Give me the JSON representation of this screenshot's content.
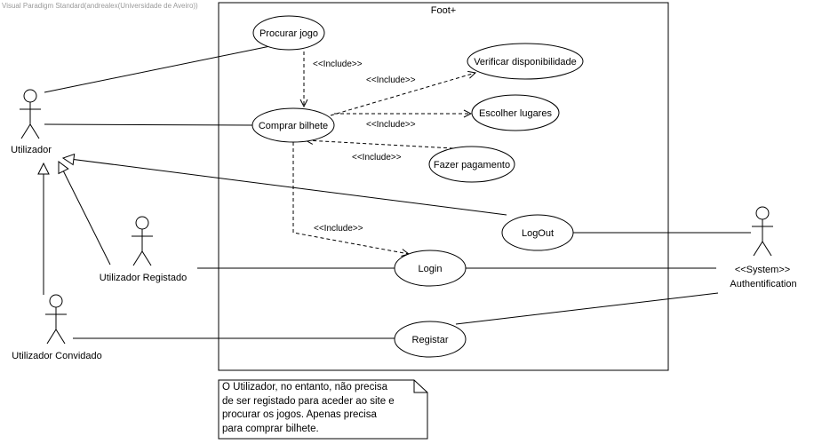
{
  "watermark": "Visual Paradigm Standard(andrealex(Universidade de Aveiro))",
  "system": {
    "title": "Foot+"
  },
  "use_cases": {
    "procurar_jogo": "Procurar jogo",
    "verificar_disponibilidade": "Verificar disponibilidade",
    "comprar_bilhete": "Comprar bilhete",
    "escolher_lugares": "Escolher lugares",
    "fazer_pagamento": "Fazer pagamento",
    "logout": "LogOut",
    "login": "Login",
    "registar": "Registar"
  },
  "actors": {
    "utilizador": "Utilizador",
    "utilizador_registado": "Utilizador Registado",
    "utilizador_convidado": "Utilizador Convidado",
    "auth_stereotype": "<<System>>",
    "auth_name": "Authentification"
  },
  "relations": {
    "include_1": "<<Include>>",
    "include_2": "<<Include>>",
    "include_3": "<<Include>>",
    "include_4": "<<Include>>",
    "include_5": "<<Include>>"
  },
  "note": {
    "text": "O Utilizador, no entanto, não precisa\nde ser registado para aceder ao site e\nprocurar os jogos. Apenas precisa\npara comprar bilhete."
  }
}
